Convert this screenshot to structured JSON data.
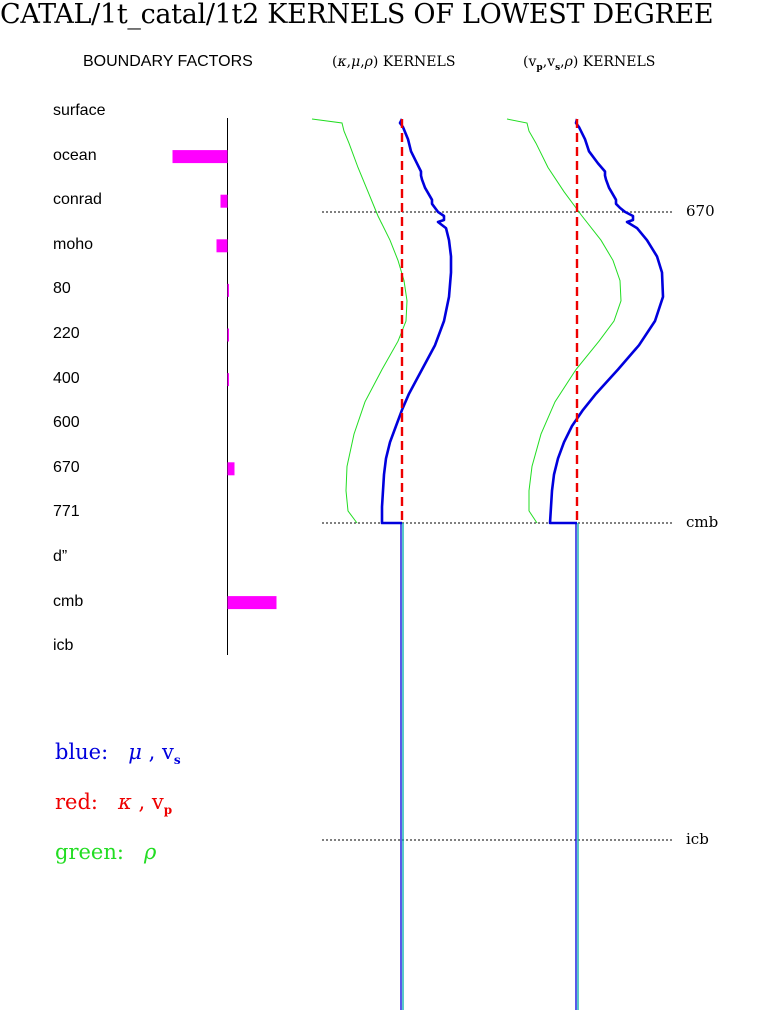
{
  "title": "CATAL/1t_catal/1t2 KERNELS OF LOWEST DEGREE",
  "boundary_heading": "BOUNDARY FACTORS",
  "kernel_headings": {
    "left": {
      "open": "(",
      "syms": [
        "κ",
        "μ",
        "ρ"
      ],
      "close": ")",
      "word": "KERNELS"
    },
    "right": {
      "open": "(",
      "v1": "v",
      "v1sub": "p",
      "v2": "v",
      "v2sub": "s",
      "sym": "ρ",
      "close": ")",
      "word": "KERNELS"
    }
  },
  "legend": {
    "blue": {
      "label": "blue:",
      "sym": "μ",
      "sep": ",",
      "var": "v",
      "sub": "s",
      "color": "#0000dd"
    },
    "red": {
      "label": "red:",
      "sym": "κ",
      "sep": ",",
      "var": "v",
      "sub": "p",
      "color": "#ee0000"
    },
    "green": {
      "label": "green:",
      "sym": "ρ",
      "color": "#22dd22"
    }
  },
  "chart_data": {
    "type": "bar",
    "boundary_factors": {
      "categories": [
        "surface",
        "ocean",
        "conrad",
        "moho",
        "80",
        "220",
        "400",
        "600",
        "670",
        "771",
        "d”",
        "cmb",
        "icb"
      ],
      "values": [
        0.0,
        -0.55,
        -0.07,
        -0.11,
        0.005,
        0.005,
        0.015,
        0.0,
        0.07,
        0.0,
        0.0,
        0.49,
        0.0
      ],
      "bar_color": "#ff00ff"
    },
    "depth_markers": [
      "670",
      "cmb",
      "icb"
    ],
    "kernel_panels": [
      {
        "name": "mu-kappa-rho",
        "series": {
          "blue": [
            [
              0,
              0.0
            ],
            [
              0.01,
              -0.02
            ],
            [
              0.02,
              0.01
            ],
            [
              0.05,
              0.06
            ],
            [
              0.08,
              0.09
            ],
            [
              0.11,
              0.15
            ],
            [
              0.13,
              0.19
            ],
            [
              0.14,
              0.19
            ],
            [
              0.15,
              0.2
            ],
            [
              0.17,
              0.23
            ],
            [
              0.2,
              0.3
            ],
            [
              0.21,
              0.3
            ],
            [
              0.22,
              0.33
            ],
            [
              0.23,
              0.36
            ],
            [
              0.24,
              0.42
            ],
            [
              0.25,
              0.42
            ],
            [
              0.255,
              0.36
            ],
            [
              0.27,
              0.44
            ],
            [
              0.3,
              0.47
            ],
            [
              0.34,
              0.49
            ],
            [
              0.38,
              0.49
            ],
            [
              0.44,
              0.47
            ],
            [
              0.5,
              0.42
            ],
            [
              0.56,
              0.33
            ],
            [
              0.62,
              0.2
            ],
            [
              0.68,
              0.07
            ],
            [
              0.72,
              0.0
            ],
            [
              0.76,
              -0.06
            ],
            [
              0.8,
              -0.12
            ],
            [
              0.84,
              -0.16
            ],
            [
              0.88,
              -0.18
            ],
            [
              0.92,
              -0.19
            ],
            [
              0.96,
              -0.2
            ],
            [
              1.0,
              -0.2
            ],
            [
              1.0,
              0.0
            ]
          ],
          "red": [
            [
              0,
              0.0
            ],
            [
              1.0,
              0.0
            ]
          ],
          "green": [
            [
              0,
              -0.9
            ],
            [
              0.01,
              -0.6
            ],
            [
              0.03,
              -0.58
            ],
            [
              0.06,
              -0.53
            ],
            [
              0.12,
              -0.44
            ],
            [
              0.18,
              -0.34
            ],
            [
              0.24,
              -0.24
            ],
            [
              0.3,
              -0.12
            ],
            [
              0.35,
              -0.04
            ],
            [
              0.4,
              0.02
            ],
            [
              0.45,
              0.05
            ],
            [
              0.5,
              0.04
            ],
            [
              0.55,
              -0.04
            ],
            [
              0.62,
              -0.2
            ],
            [
              0.7,
              -0.37
            ],
            [
              0.78,
              -0.48
            ],
            [
              0.86,
              -0.55
            ],
            [
              0.92,
              -0.56
            ],
            [
              0.97,
              -0.54
            ],
            [
              1.0,
              -0.45
            ]
          ]
        }
      },
      {
        "name": "vs-vp-rho",
        "series": {
          "blue": [
            [
              0,
              0.0
            ],
            [
              0.01,
              -0.01
            ],
            [
              0.02,
              0.02
            ],
            [
              0.05,
              0.08
            ],
            [
              0.08,
              0.12
            ],
            [
              0.11,
              0.21
            ],
            [
              0.13,
              0.28
            ],
            [
              0.14,
              0.28
            ],
            [
              0.15,
              0.29
            ],
            [
              0.17,
              0.32
            ],
            [
              0.2,
              0.39
            ],
            [
              0.21,
              0.39
            ],
            [
              0.22,
              0.43
            ],
            [
              0.23,
              0.48
            ],
            [
              0.24,
              0.56
            ],
            [
              0.25,
              0.56
            ],
            [
              0.255,
              0.5
            ],
            [
              0.27,
              0.6
            ],
            [
              0.3,
              0.7
            ],
            [
              0.34,
              0.8
            ],
            [
              0.38,
              0.85
            ],
            [
              0.44,
              0.86
            ],
            [
              0.5,
              0.78
            ],
            [
              0.56,
              0.62
            ],
            [
              0.62,
              0.41
            ],
            [
              0.68,
              0.19
            ],
            [
              0.72,
              0.06
            ],
            [
              0.76,
              -0.05
            ],
            [
              0.8,
              -0.13
            ],
            [
              0.84,
              -0.19
            ],
            [
              0.88,
              -0.23
            ],
            [
              0.92,
              -0.25
            ],
            [
              0.96,
              -0.26
            ],
            [
              1.0,
              -0.27
            ],
            [
              1.0,
              0.0
            ]
          ],
          "red": [
            [
              0,
              0.0
            ],
            [
              1.0,
              0.0
            ]
          ],
          "green": [
            [
              0,
              -0.7
            ],
            [
              0.01,
              -0.5
            ],
            [
              0.03,
              -0.48
            ],
            [
              0.06,
              -0.41
            ],
            [
              0.12,
              -0.29
            ],
            [
              0.18,
              -0.13
            ],
            [
              0.24,
              0.05
            ],
            [
              0.3,
              0.24
            ],
            [
              0.35,
              0.36
            ],
            [
              0.4,
              0.43
            ],
            [
              0.45,
              0.44
            ],
            [
              0.5,
              0.37
            ],
            [
              0.55,
              0.22
            ],
            [
              0.62,
              -0.01
            ],
            [
              0.7,
              -0.22
            ],
            [
              0.78,
              -0.36
            ],
            [
              0.86,
              -0.45
            ],
            [
              0.92,
              -0.48
            ],
            [
              0.97,
              -0.48
            ],
            [
              1.0,
              -0.4
            ]
          ]
        }
      }
    ]
  }
}
